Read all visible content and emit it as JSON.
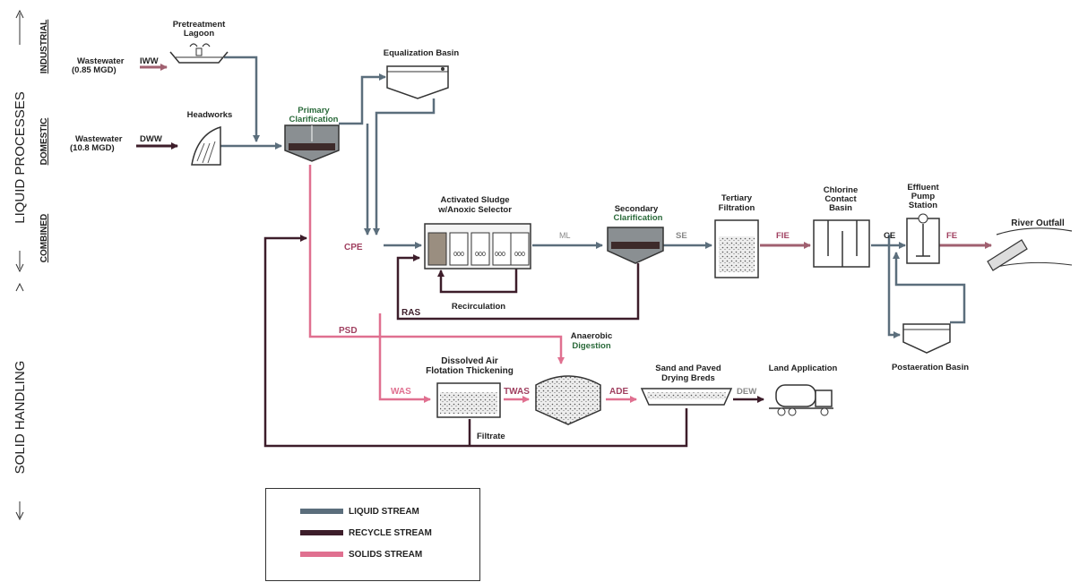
{
  "colors": {
    "liquid": "#5b6e7c",
    "recycle": "#3d1d2a",
    "solids": "#e07090",
    "primary_text": "#2a6a3a",
    "wastewater_arrow": "#a06070"
  },
  "side_labels": {
    "liquid_processes": "LIQUID PROCESSES",
    "solid_handling": "SOLID HANDLING",
    "industrial": "INDUSTRIAL",
    "domestic": "DOMESTIC",
    "combined": "COMBINED"
  },
  "inputs": {
    "industrial_line1": "Wastewater",
    "industrial_line2": "(0.85 MGD)",
    "industrial_code": "IWW",
    "domestic_line1": "Wastewater",
    "domestic_line2": "(10.8 MGD)",
    "domestic_code": "DWW"
  },
  "units": {
    "pretreatment_line1": "Pretreatment",
    "pretreatment_line2": "Lagoon",
    "headworks": "Headworks",
    "equalization": "Equalization Basin",
    "primary_line1": "Primary",
    "primary_line2": "Clarification",
    "activated_line1": "Activated Sludge",
    "activated_line2": "w/Anoxic Selector",
    "recirculation": "Recirculation",
    "secondary_line1": "Secondary",
    "secondary_line2": "Clarification",
    "tertiary_line1": "Tertiary",
    "tertiary_line2": "Filtration",
    "chlorine_line1": "Chlorine",
    "chlorine_line2": "Contact",
    "chlorine_line3": "Basin",
    "effluent_line1": "Effluent",
    "effluent_line2": "Pump",
    "effluent_line3": "Station",
    "river": "River Outfall",
    "postaeration": "Postaeration Basin",
    "daf_line1": "Dissolved Air",
    "daf_line2": "Flotation Thickening",
    "anaerobic_line1": "Anaerobic",
    "anaerobic_line2": "Digestion",
    "drying_line1": "Sand and Paved",
    "drying_line2": "Drying Breds",
    "land": "Land Application",
    "filtrate": "Filtrate"
  },
  "streams": {
    "cpe": "CPE",
    "ml": "ML",
    "se": "SE",
    "fe_filter": "FIE",
    "ce": "CE",
    "fe": "FE",
    "ras": "RAS",
    "psd": "PSD",
    "was": "WAS",
    "twas": "TWAS",
    "ade": "ADE",
    "dew": "DEW"
  },
  "legend": {
    "liquid": "LIQUID STREAM",
    "recycle": "RECYCLE STREAM",
    "solids": "SOLIDS STREAM"
  }
}
